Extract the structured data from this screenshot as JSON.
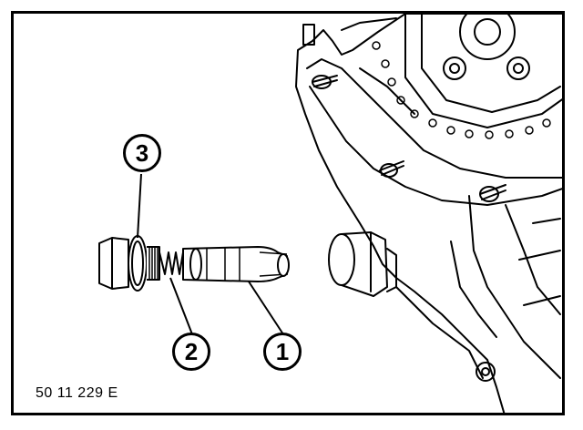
{
  "figure": {
    "reference_code": "50 11 229 E",
    "callouts": [
      {
        "id": "c1",
        "label": "1"
      },
      {
        "id": "c2",
        "label": "2"
      },
      {
        "id": "c3",
        "label": "3"
      }
    ],
    "colors": {
      "ink": "#000000",
      "paper": "#ffffff"
    }
  }
}
